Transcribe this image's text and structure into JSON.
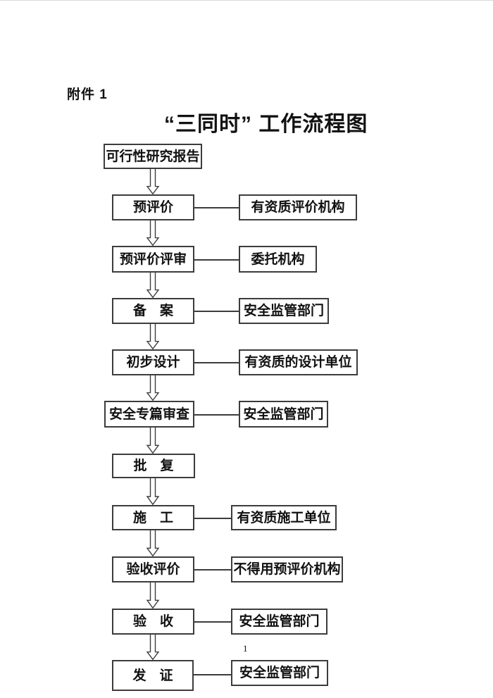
{
  "page": {
    "attachment_label": "附件 1",
    "title": "“三同时” 工作流程图",
    "page_number": "1"
  },
  "flow": {
    "steps": [
      {
        "label": "可行性研究报告",
        "side": null
      },
      {
        "label": "预评价",
        "side": "有资质评价机构"
      },
      {
        "label": "预评价评审",
        "side": "委托机构"
      },
      {
        "label": "备　案",
        "side": "安全监管部门"
      },
      {
        "label": "初步设计",
        "side": "有资质的设计单位"
      },
      {
        "label": "安全专篇审查",
        "side": "安全监管部门"
      },
      {
        "label": "批　复",
        "side": null
      },
      {
        "label": "施　工",
        "side": "有资质施工单位"
      },
      {
        "label": "验收评价",
        "side": "不得用预评价机构"
      },
      {
        "label": "验　收",
        "side": "安全监管部门"
      },
      {
        "label": "发　证",
        "side": "安全监管部门"
      }
    ]
  },
  "colors": {
    "line": "#3c3c3c",
    "text": "#111111",
    "background": "#ffffff"
  }
}
